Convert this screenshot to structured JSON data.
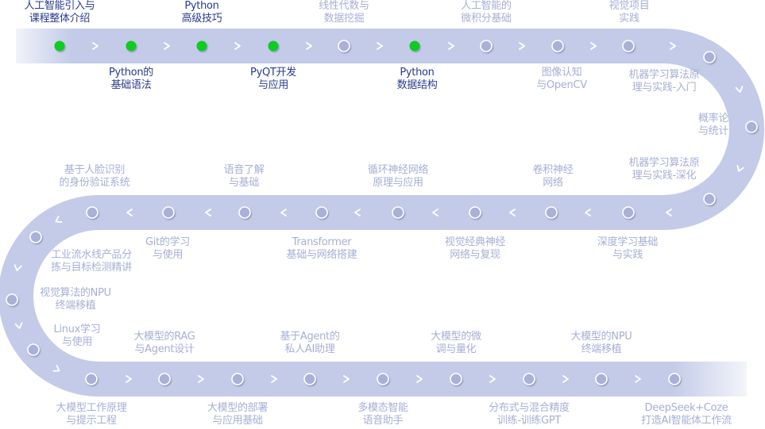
{
  "colors": {
    "track": "#c3cbe8",
    "track_fade": "#ffffff",
    "node_done": "#11cc22",
    "node_todo": "#a9b1d8",
    "node_ring": "#ffffff",
    "arrow": "#ffffff",
    "label_done": "#283a8c",
    "label_todo": "#a6afd3"
  },
  "nodes": [
    {
      "id": 1,
      "lines": [
        "人工智能引入与",
        "课程整体介绍"
      ],
      "status": "done",
      "label_side": "above"
    },
    {
      "id": 2,
      "lines": [
        "Python的",
        "基础语法"
      ],
      "status": "done",
      "label_side": "below"
    },
    {
      "id": 3,
      "lines": [
        "Python",
        "高级技巧"
      ],
      "status": "done",
      "label_side": "above"
    },
    {
      "id": 4,
      "lines": [
        "PyQT开发",
        "与应用"
      ],
      "status": "done",
      "label_side": "below"
    },
    {
      "id": 5,
      "lines": [
        "线性代数与",
        "数据挖掘"
      ],
      "status": "todo",
      "label_side": "above"
    },
    {
      "id": 6,
      "lines": [
        "Python",
        "数据结构"
      ],
      "status": "done",
      "label_side": "below"
    },
    {
      "id": 7,
      "lines": [
        "人工智能的",
        "微积分基础"
      ],
      "status": "todo",
      "label_side": "above"
    },
    {
      "id": 8,
      "lines": [
        "图像认知",
        "与OpenCV"
      ],
      "status": "todo",
      "label_side": "below"
    },
    {
      "id": 9,
      "lines": [
        "视觉项目",
        "实践"
      ],
      "status": "todo",
      "label_side": "above"
    },
    {
      "id": 10,
      "lines": [
        "机器学习算法原",
        "理与实践-入门"
      ],
      "status": "todo",
      "label_side": "inner"
    },
    {
      "id": 11,
      "lines": [
        "概率论",
        "与统计"
      ],
      "status": "todo",
      "label_side": "inner"
    },
    {
      "id": 12,
      "lines": [
        "机器学习算法原",
        "理与实践-深化"
      ],
      "status": "todo",
      "label_side": "inner"
    },
    {
      "id": 13,
      "lines": [
        "深度学习基础",
        "与实践"
      ],
      "status": "todo",
      "label_side": "below"
    },
    {
      "id": 14,
      "lines": [
        "卷积神经",
        "网络"
      ],
      "status": "todo",
      "label_side": "above"
    },
    {
      "id": 15,
      "lines": [
        "视觉经典神经",
        "网络与复现"
      ],
      "status": "todo",
      "label_side": "below"
    },
    {
      "id": 16,
      "lines": [
        "循环神经网络",
        "原理与应用"
      ],
      "status": "todo",
      "label_side": "above"
    },
    {
      "id": 17,
      "lines": [
        "Transformer",
        "基础与网络搭建"
      ],
      "status": "todo",
      "label_side": "below"
    },
    {
      "id": 18,
      "lines": [
        "语音了解",
        "与基础"
      ],
      "status": "todo",
      "label_side": "above"
    },
    {
      "id": 19,
      "lines": [
        "Git的学习",
        "与使用"
      ],
      "status": "todo",
      "label_side": "below"
    },
    {
      "id": 20,
      "lines": [
        "基于人脸识别",
        "的身份验证系统"
      ],
      "status": "todo",
      "label_side": "above"
    },
    {
      "id": 21,
      "lines": [
        "工业流水线产品分",
        "拣与目标检测精讲"
      ],
      "status": "todo",
      "label_side": "inner"
    },
    {
      "id": 22,
      "lines": [
        "视觉算法的NPU",
        "终端移植"
      ],
      "status": "todo",
      "label_side": "inner"
    },
    {
      "id": 23,
      "lines": [
        "Linux学习",
        "与使用"
      ],
      "status": "todo",
      "label_side": "inner"
    },
    {
      "id": 24,
      "lines": [
        "大模型工作原理",
        "与提示工程"
      ],
      "status": "todo",
      "label_side": "below"
    },
    {
      "id": 25,
      "lines": [
        "大模型的RAG",
        "与Agent设计"
      ],
      "status": "todo",
      "label_side": "above"
    },
    {
      "id": 26,
      "lines": [
        "大模型的部署",
        "与应用基础"
      ],
      "status": "todo",
      "label_side": "below"
    },
    {
      "id": 27,
      "lines": [
        "基于Agent的",
        "私人AI助理"
      ],
      "status": "todo",
      "label_side": "above"
    },
    {
      "id": 28,
      "lines": [
        "多模态智能",
        "语音助手"
      ],
      "status": "todo",
      "label_side": "below"
    },
    {
      "id": 29,
      "lines": [
        "大模型的微",
        "调与量化"
      ],
      "status": "todo",
      "label_side": "above"
    },
    {
      "id": 30,
      "lines": [
        "分布式与混合精度",
        "训练-训练GPT"
      ],
      "status": "todo",
      "label_side": "below"
    },
    {
      "id": 31,
      "lines": [
        "大模型的NPU",
        "终端移植"
      ],
      "status": "todo",
      "label_side": "above"
    },
    {
      "id": 32,
      "lines": [
        "DeepSeek+Coze",
        "打造AI智能体工作流"
      ],
      "status": "todo",
      "label_side": "below"
    }
  ],
  "arrows": {
    "right_glyph": ">",
    "left_glyph": "<",
    "down_glyph": "v"
  }
}
